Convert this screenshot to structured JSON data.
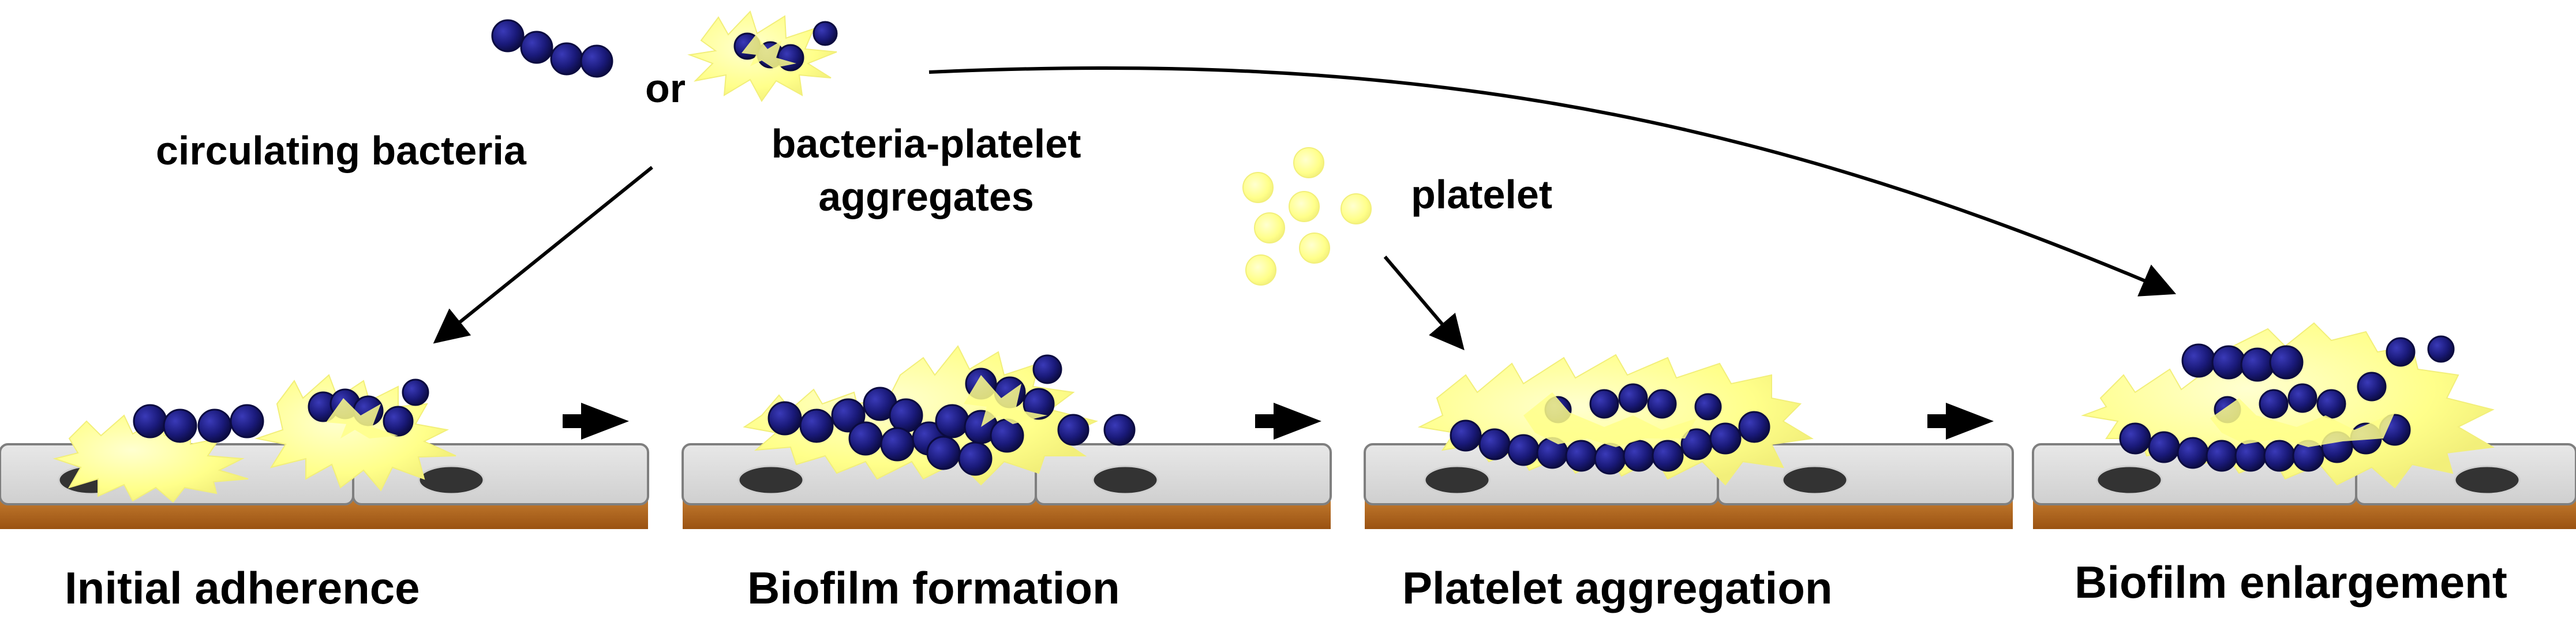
{
  "labels": {
    "circulating_bacteria": "circulating bacteria",
    "or": "or",
    "bacteria_platelet_line1": "bacteria-platelet",
    "bacteria_platelet_line2": "aggregates",
    "platelet": "platelet"
  },
  "stages": [
    {
      "id": "initial-adherence",
      "label": "Initial adherence"
    },
    {
      "id": "biofilm-formation",
      "label": "Biofilm formation"
    },
    {
      "id": "platelet-aggregation",
      "label": "Platelet aggregation"
    },
    {
      "id": "biofilm-enlargement",
      "label": "Biofilm enlargement"
    }
  ],
  "colors": {
    "bacteria": "#1a1a7a",
    "bacteria_highlight": "#3a3ab8",
    "platelet": "#ffff8a",
    "platelet_edge": "#f2ef7a",
    "cell_fill": "#d9d9d9",
    "cell_edge": "#7f7f7f",
    "nucleus": "#333333",
    "substrate": "#b5651d",
    "arrow": "#000000"
  }
}
